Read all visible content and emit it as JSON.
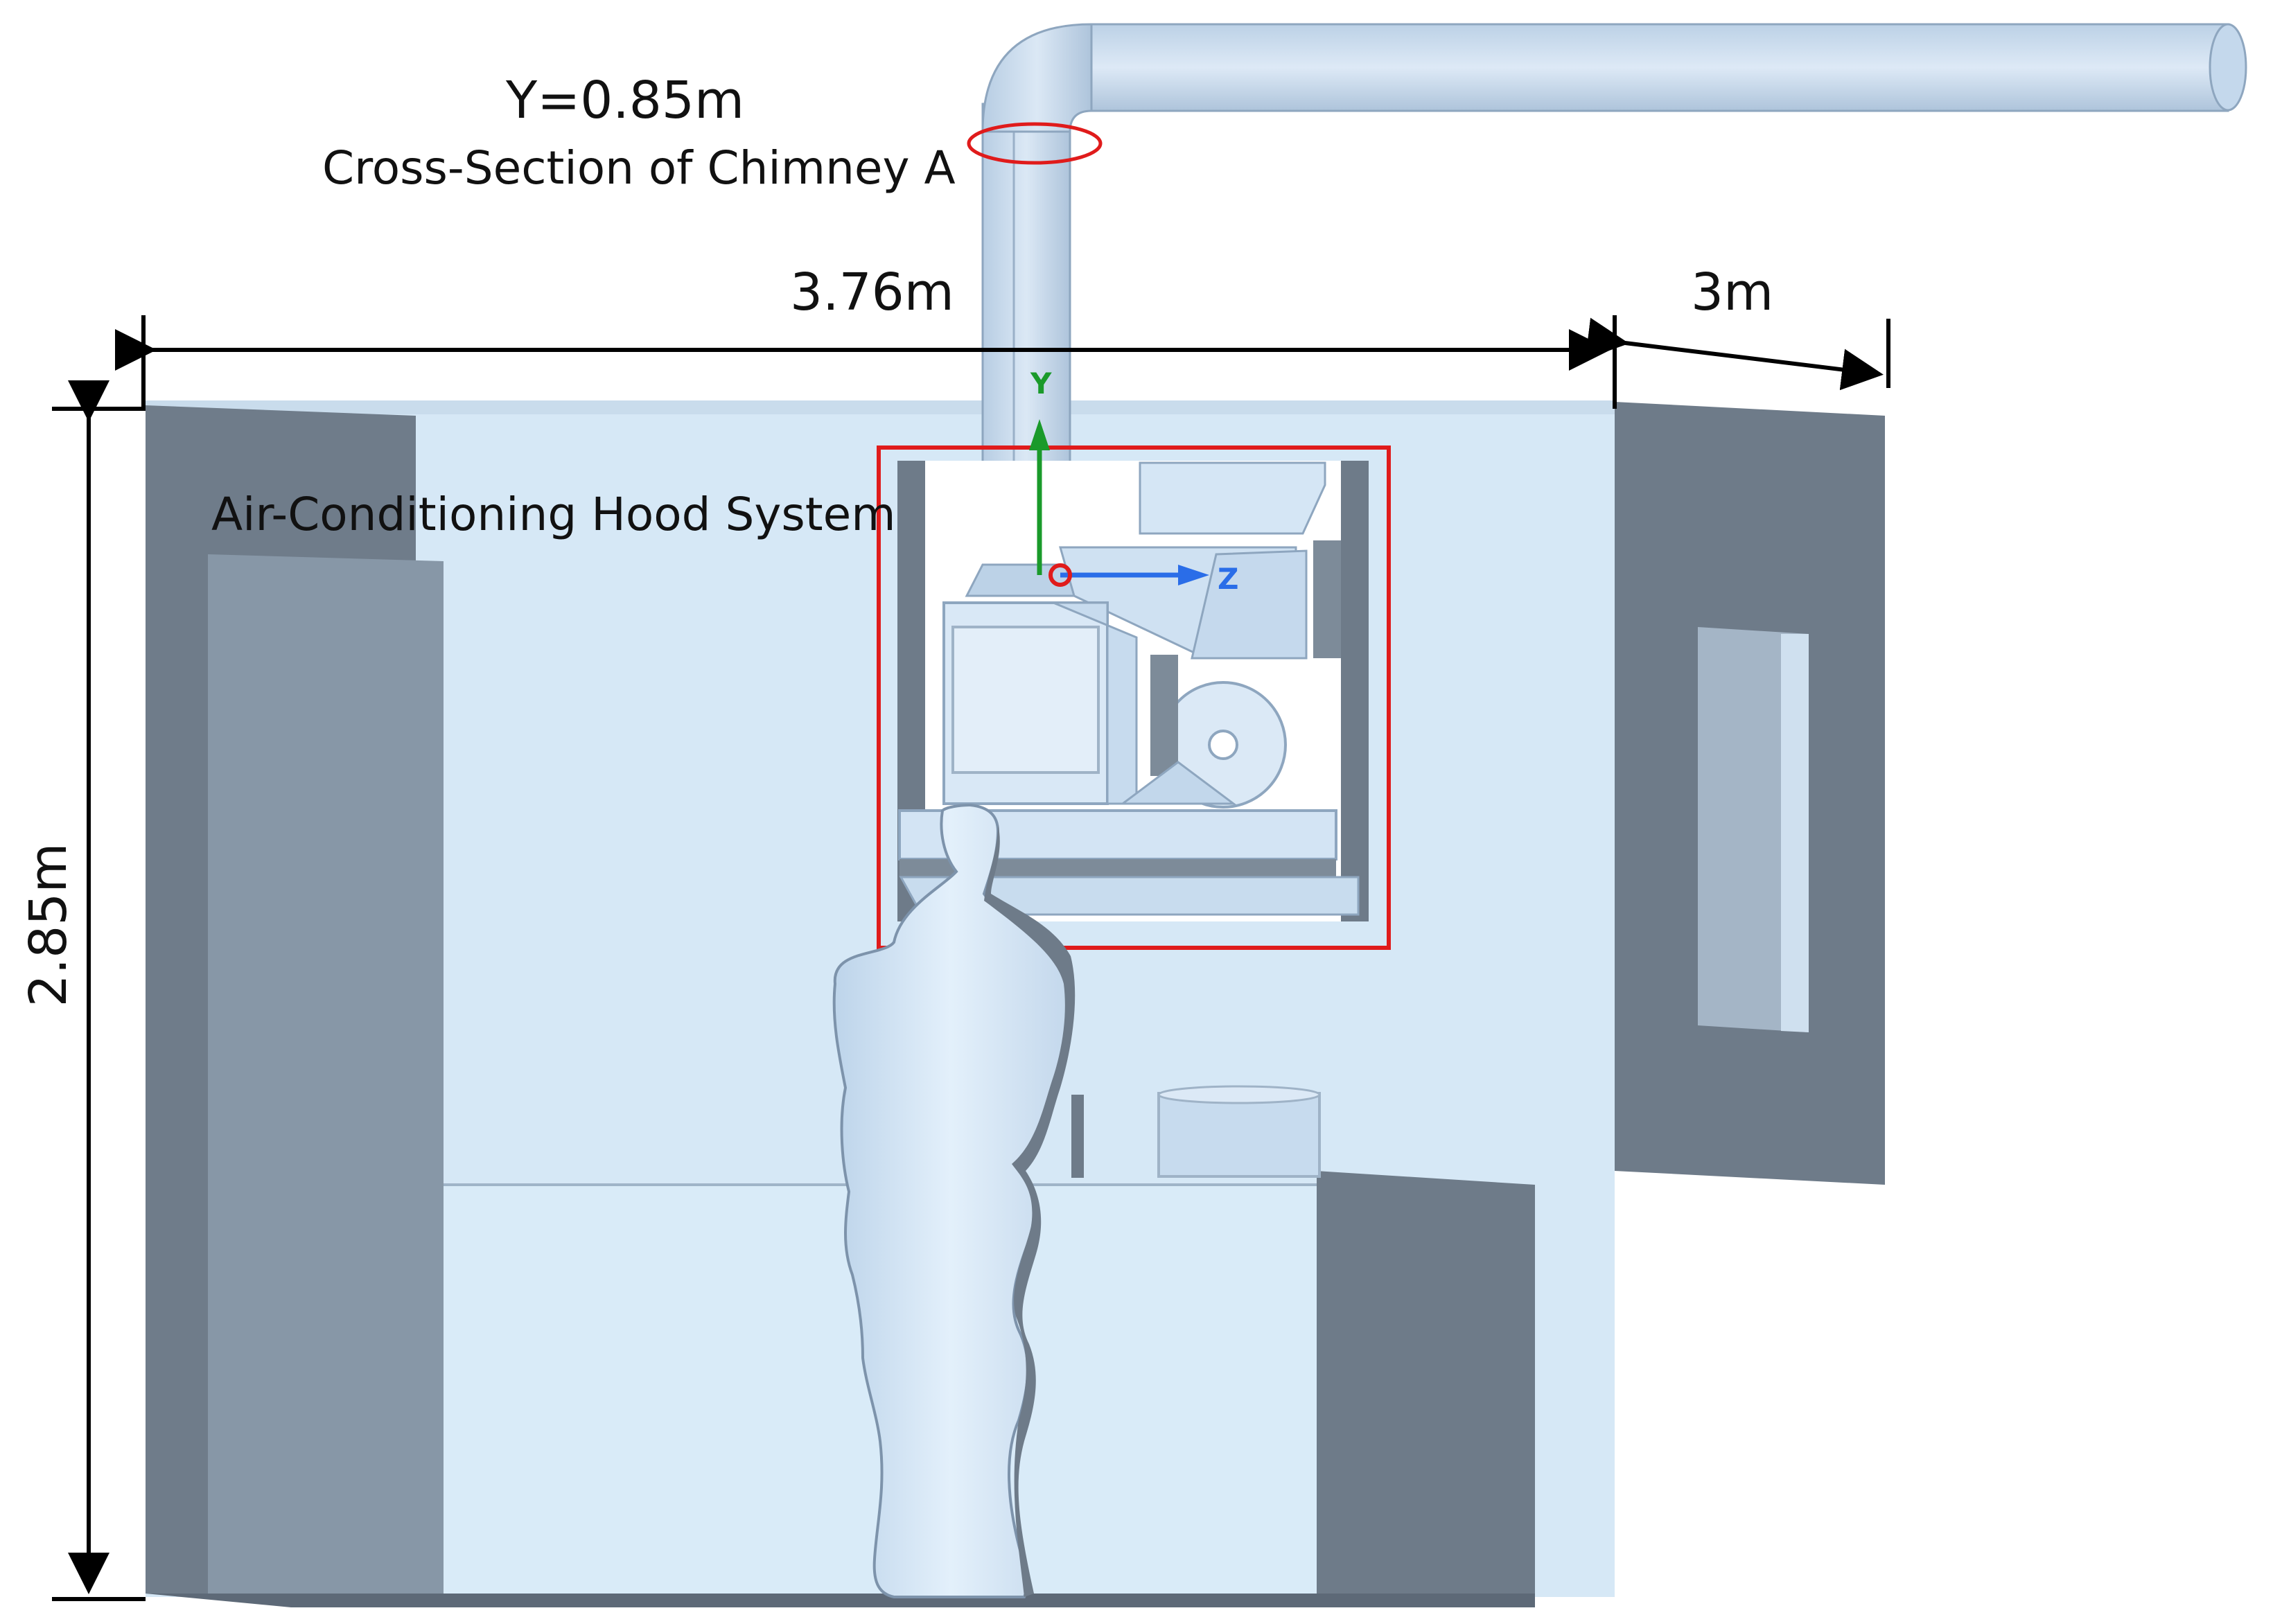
{
  "annotations": {
    "section_y": "Y=0.85m",
    "section_name": "Cross-Section of Chimney A",
    "width_dim": "3.76m",
    "depth_dim": "3m",
    "height_dim": "2.85m",
    "hood_label": "Air-Conditioning Hood System"
  },
  "axes": {
    "y_label": "Y",
    "z_label": "Z"
  },
  "colors": {
    "room_interior": "#d7e9f7",
    "wall_dark": "#6e7b89",
    "wall_mid": "#8696a6",
    "pipe": "#c9dcef",
    "highlight_red": "#e01b1b",
    "axis_y": "#1a9a2a",
    "axis_z": "#2a6de8"
  }
}
